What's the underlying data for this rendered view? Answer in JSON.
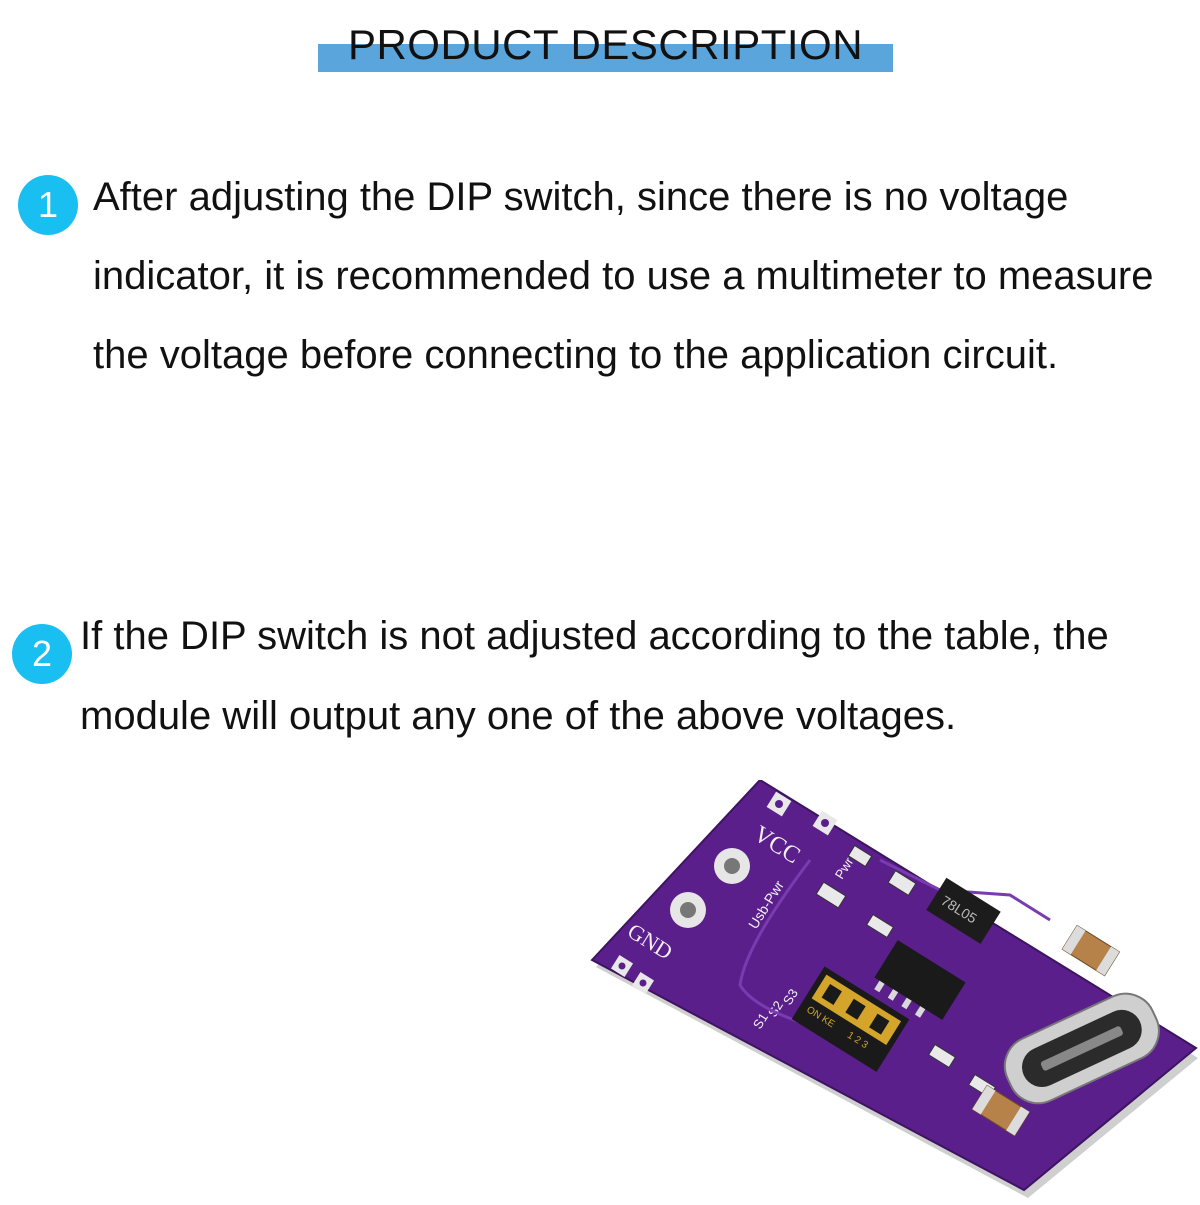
{
  "header": {
    "title": "PRODUCT DESCRIPTION",
    "bar_color": "#5aa6dc"
  },
  "items": [
    {
      "number": "1",
      "text": "After adjusting the DIP switch, since there is no voltage indicator, it is recommended to use a multimeter to measure the voltage before connecting to the application circuit."
    },
    {
      "number": "2",
      "text": "If the DIP switch is not adjusted according to the table, the module will output any one of the above voltages."
    }
  ],
  "accent_color": "#18bff0",
  "board": {
    "pcb_color": "#5b1f8c",
    "labels": {
      "vcc": "VCC",
      "gnd": "GND",
      "usb_pwr": "Usb-Pwr",
      "pwr": "Pwr",
      "regulator": "78L05",
      "s1": "S1",
      "s2": "S2",
      "s3": "S3",
      "dip_on": "ON KE",
      "dip_nums": "1 2 3"
    }
  }
}
